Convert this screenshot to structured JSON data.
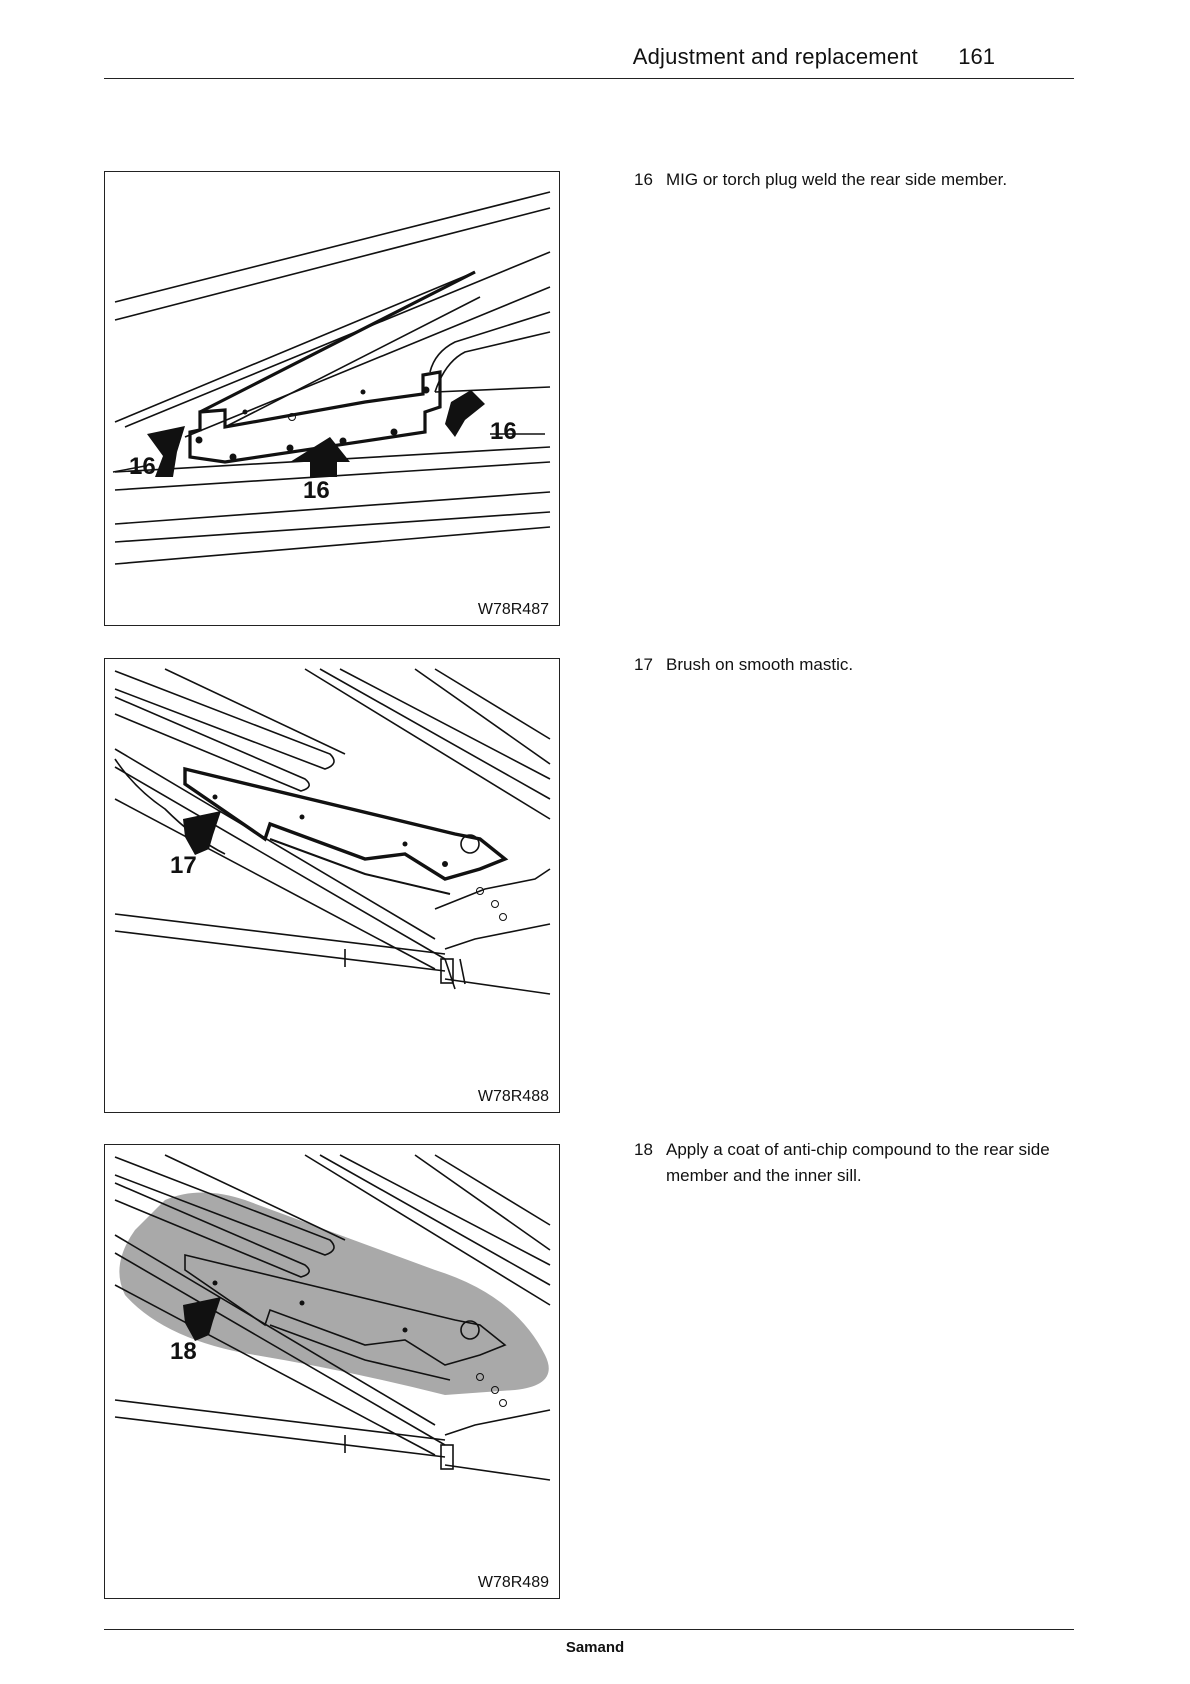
{
  "header": {
    "title": "Adjustment and replacement",
    "page_number": "161"
  },
  "figures": [
    {
      "code": "W78R487",
      "callouts": [
        "16",
        "16",
        "16"
      ]
    },
    {
      "code": "W78R488",
      "callouts": [
        "17"
      ]
    },
    {
      "code": "W78R489",
      "callouts": [
        "18"
      ]
    }
  ],
  "steps": [
    {
      "number": "16",
      "text": "MIG or torch plug weld the rear side member."
    },
    {
      "number": "17",
      "text": "Brush on smooth mastic."
    },
    {
      "number": "18",
      "text": "Apply a coat of anti-chip compound to the rear side member and the inner sill."
    }
  ],
  "footer": {
    "brand": "Samand"
  },
  "colors": {
    "ink": "#111111",
    "shade": "#a9a9a9",
    "rule": "#222222"
  }
}
